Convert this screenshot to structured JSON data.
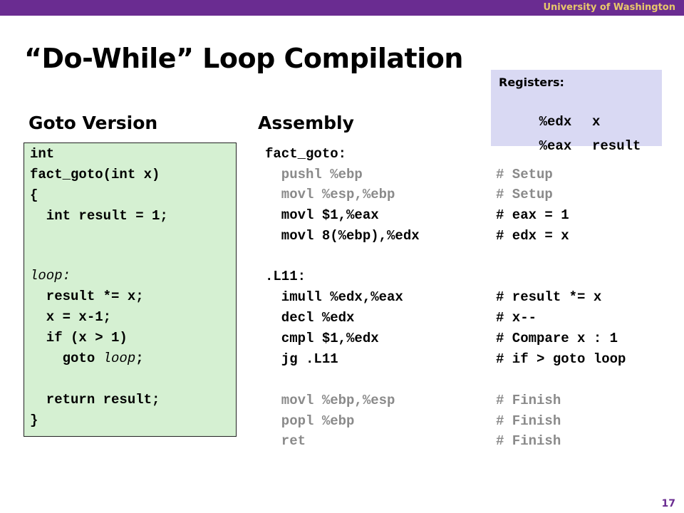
{
  "header": {
    "university": "University of Washington"
  },
  "title": "“Do-While” Loop Compilation",
  "sections": {
    "goto": "Goto Version",
    "assembly": "Assembly"
  },
  "registers": {
    "title": "Registers:",
    "rows": [
      {
        "reg": "%edx",
        "val": "x"
      },
      {
        "reg": "%eax",
        "val": "result"
      }
    ]
  },
  "goto_code": {
    "l0": "int",
    "l1": "fact_goto(int x)",
    "l2": "{",
    "l3": "  int result = 1;",
    "l4_label": "loop:",
    "l5": "  result *= x;",
    "l6": "  x = x-1;",
    "l7": "  if (x > 1)",
    "l8_pre": "    goto ",
    "l8_label": "loop",
    "l8_post": ";",
    "l9": "  return result;",
    "l10": "}"
  },
  "assembly": [
    {
      "code": "fact_goto:",
      "comment": "",
      "dim": false
    },
    {
      "code": "  pushl %ebp",
      "comment": "# Setup",
      "dim": true
    },
    {
      "code": "  movl %esp,%ebp",
      "comment": "# Setup",
      "dim": true
    },
    {
      "code": "  movl $1,%eax",
      "comment": "# eax = 1",
      "dim": false
    },
    {
      "code": "  movl 8(%ebp),%edx",
      "comment": "# edx = x",
      "dim": false
    },
    {
      "code": ".L11:",
      "comment": "",
      "dim": false
    },
    {
      "code": "  imull %edx,%eax",
      "comment": "# result *= x",
      "dim": false
    },
    {
      "code": "  decl %edx",
      "comment": "# x--",
      "dim": false
    },
    {
      "code": "  cmpl $1,%edx",
      "comment": "# Compare x : 1",
      "dim": false
    },
    {
      "code": "  jg .L11",
      "comment": "# if > goto loop",
      "dim": false
    },
    {
      "code": "  movl %ebp,%esp",
      "comment": "# Finish",
      "dim": true
    },
    {
      "code": "  popl %ebp",
      "comment": "# Finish",
      "dim": true
    },
    {
      "code": "  ret",
      "comment": "# Finish",
      "dim": true
    }
  ],
  "page_number": "17",
  "colors": {
    "bar": "#6a2c91",
    "uni_text": "#e8c86a",
    "code_bg": "#d5f0d2",
    "reg_bg": "#d9d9f3",
    "dim": "#8a8a8a"
  }
}
